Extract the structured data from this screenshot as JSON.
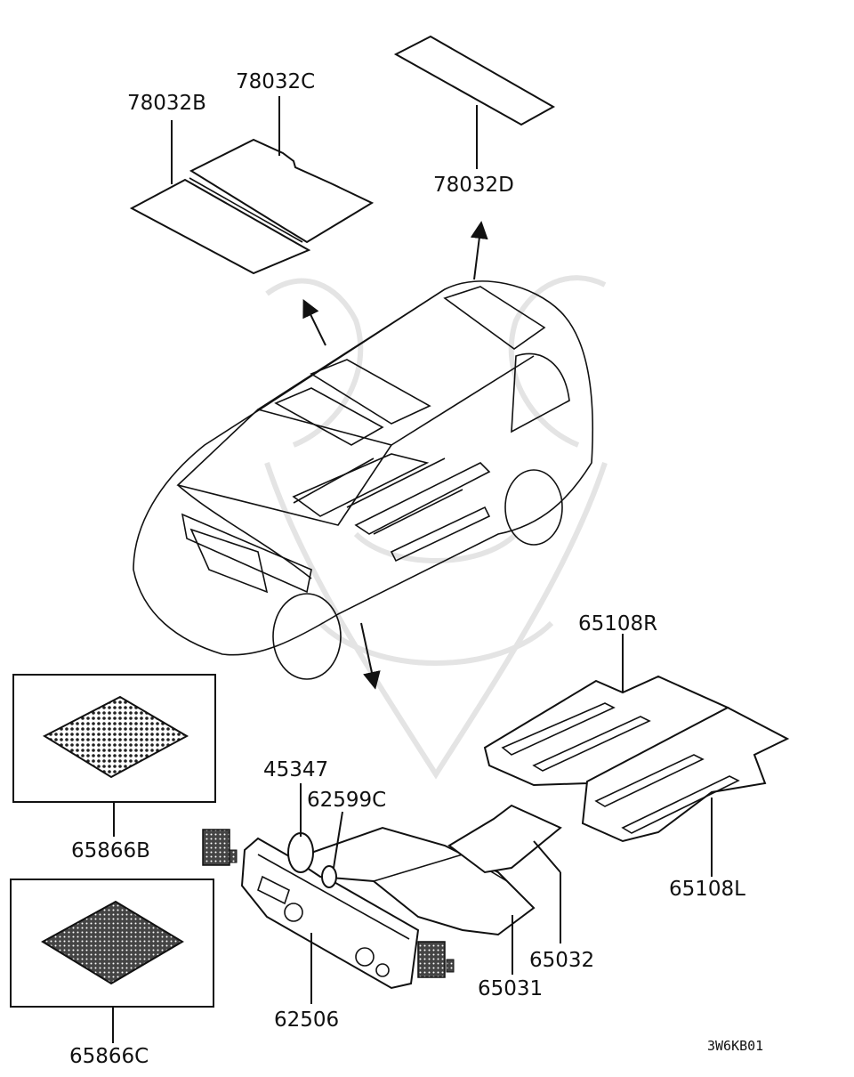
{
  "labels": {
    "p78032B": "78032B",
    "p78032C": "78032C",
    "p78032D": "78032D",
    "p65108R": "65108R",
    "p65108L": "65108L",
    "p45347": "45347",
    "p62599C": "62599C",
    "p65866B": "65866B",
    "p65866C": "65866C",
    "p65032": "65032",
    "p65031": "65031",
    "p62506": "62506"
  },
  "diagram_code": "3W6KB01",
  "colors": {
    "line": "#111111",
    "mesh": "#333333",
    "watermark": "#e4e4e4"
  }
}
